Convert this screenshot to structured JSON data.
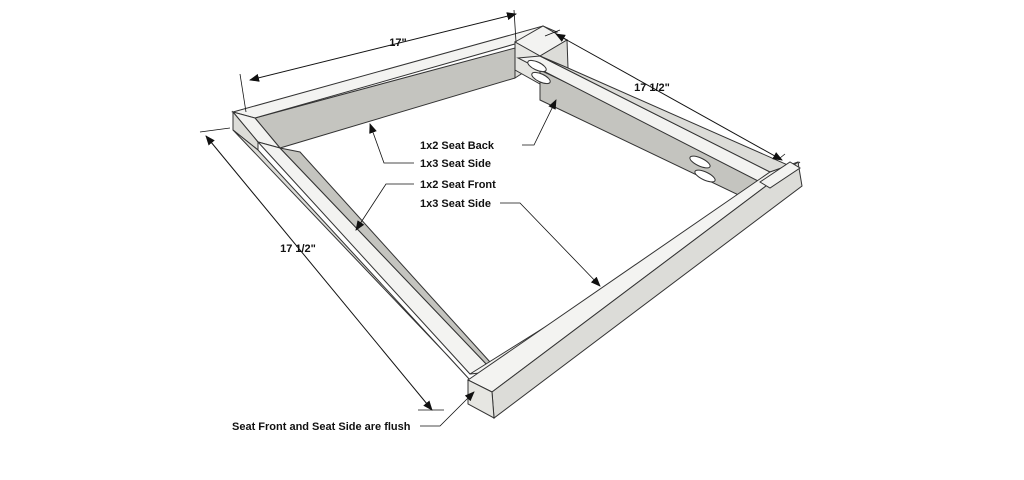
{
  "dimensions": {
    "back_width": "17\"",
    "right_depth": "17 1/2\"",
    "left_depth": "17 1/2\""
  },
  "labels": {
    "seat_back": "1x2 Seat Back",
    "seat_side_upper": "1x3 Seat Side",
    "seat_front": "1x2 Seat Front",
    "seat_side_lower": "1x3 Seat Side",
    "flush_note": "Seat Front and Seat Side are flush"
  }
}
